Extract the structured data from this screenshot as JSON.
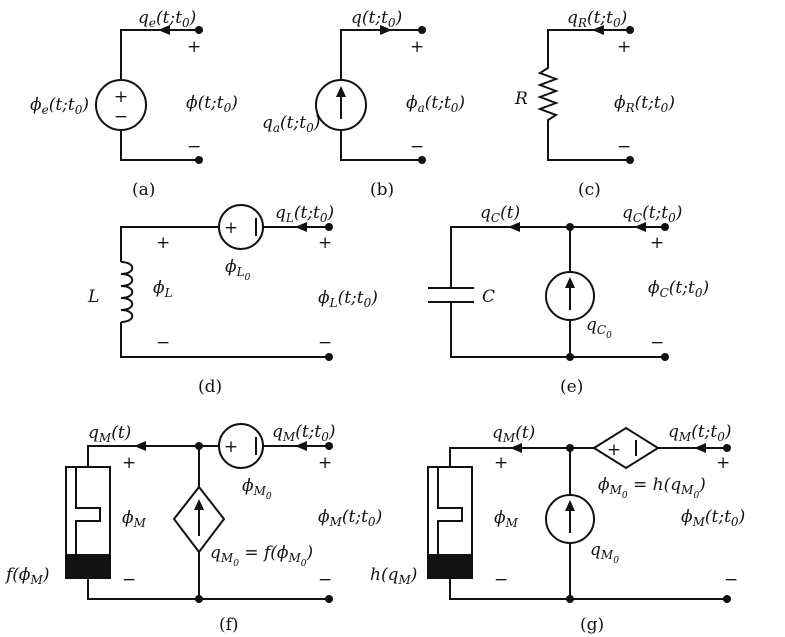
{
  "panels": {
    "a": {
      "caption": "(a)",
      "current": [
        "q",
        "e",
        "(t;t",
        "0",
        ")"
      ],
      "source": [
        "ϕ",
        "e",
        "(t;t",
        "0",
        ")"
      ],
      "port": [
        "ϕ",
        "",
        "(t;t",
        "0",
        ")"
      ],
      "plus": "+",
      "minus": "−",
      "src_plus": "+",
      "src_minus": "−"
    },
    "b": {
      "caption": "(b)",
      "current": [
        "q",
        "",
        "(t;t",
        "0",
        ")"
      ],
      "source": [
        "q",
        "a",
        "(t;t",
        "0",
        ")"
      ],
      "port": [
        "ϕ",
        "a",
        "(t;t",
        "0",
        ")"
      ],
      "plus": "+",
      "minus": "−"
    },
    "c": {
      "caption": "(c)",
      "current": [
        "q",
        "R",
        "(t;t",
        "0",
        ")"
      ],
      "element": "R",
      "port": [
        "ϕ",
        "R",
        "(t;t",
        "0",
        ")"
      ],
      "plus": "+",
      "minus": "−"
    },
    "d": {
      "caption": "(d)",
      "current": [
        "q",
        "L",
        "(t;t",
        "0",
        ")"
      ],
      "element": "L",
      "inner": [
        "ϕ",
        "L"
      ],
      "source": [
        "ϕ",
        "L",
        "0"
      ],
      "port": [
        "ϕ",
        "L",
        "(t;t",
        "0",
        ")"
      ],
      "plus": "+",
      "minus": "−",
      "src_plus": "+",
      "src_minus": "−"
    },
    "e": {
      "caption": "(e)",
      "current_inner": [
        "q",
        "C",
        "(t)"
      ],
      "current": [
        "q",
        "C",
        "(t;t",
        "0",
        ")"
      ],
      "element": "C",
      "source": [
        "q",
        "C",
        "0"
      ],
      "port": [
        "ϕ",
        "C",
        "(t;t",
        "0",
        ")"
      ],
      "plus": "+",
      "minus": "−"
    },
    "f": {
      "caption": "(f)",
      "current_inner": [
        "q",
        "M",
        "(t)"
      ],
      "current": [
        "q",
        "M",
        "(t;t",
        "0",
        ")"
      ],
      "element": [
        "f(ϕ",
        "M",
        ")"
      ],
      "inner": [
        "ϕ",
        "M"
      ],
      "source": [
        "ϕ",
        "M",
        "0"
      ],
      "dependent": [
        "q",
        "M",
        "0",
        " = f(ϕ",
        "M",
        "0",
        ")"
      ],
      "port": [
        "ϕ",
        "M",
        "(t;t",
        "0",
        ")"
      ],
      "plus": "+",
      "minus": "−",
      "src_plus": "+",
      "src_minus": "−"
    },
    "g": {
      "caption": "(g)",
      "current_inner": [
        "q",
        "M",
        "(t)"
      ],
      "current": [
        "q",
        "M",
        "(t;t",
        "0",
        ")"
      ],
      "element": [
        "h(q",
        "M",
        ")"
      ],
      "inner": [
        "ϕ",
        "M"
      ],
      "dependent": [
        "ϕ",
        "M",
        "0",
        " = h(q",
        "M",
        "0",
        ")"
      ],
      "source": [
        "q",
        "M",
        "0"
      ],
      "port": [
        "ϕ",
        "M",
        "(t;t",
        "0",
        ")"
      ],
      "plus": "+",
      "minus": "−",
      "src_plus": "+",
      "src_minus": "−"
    }
  }
}
